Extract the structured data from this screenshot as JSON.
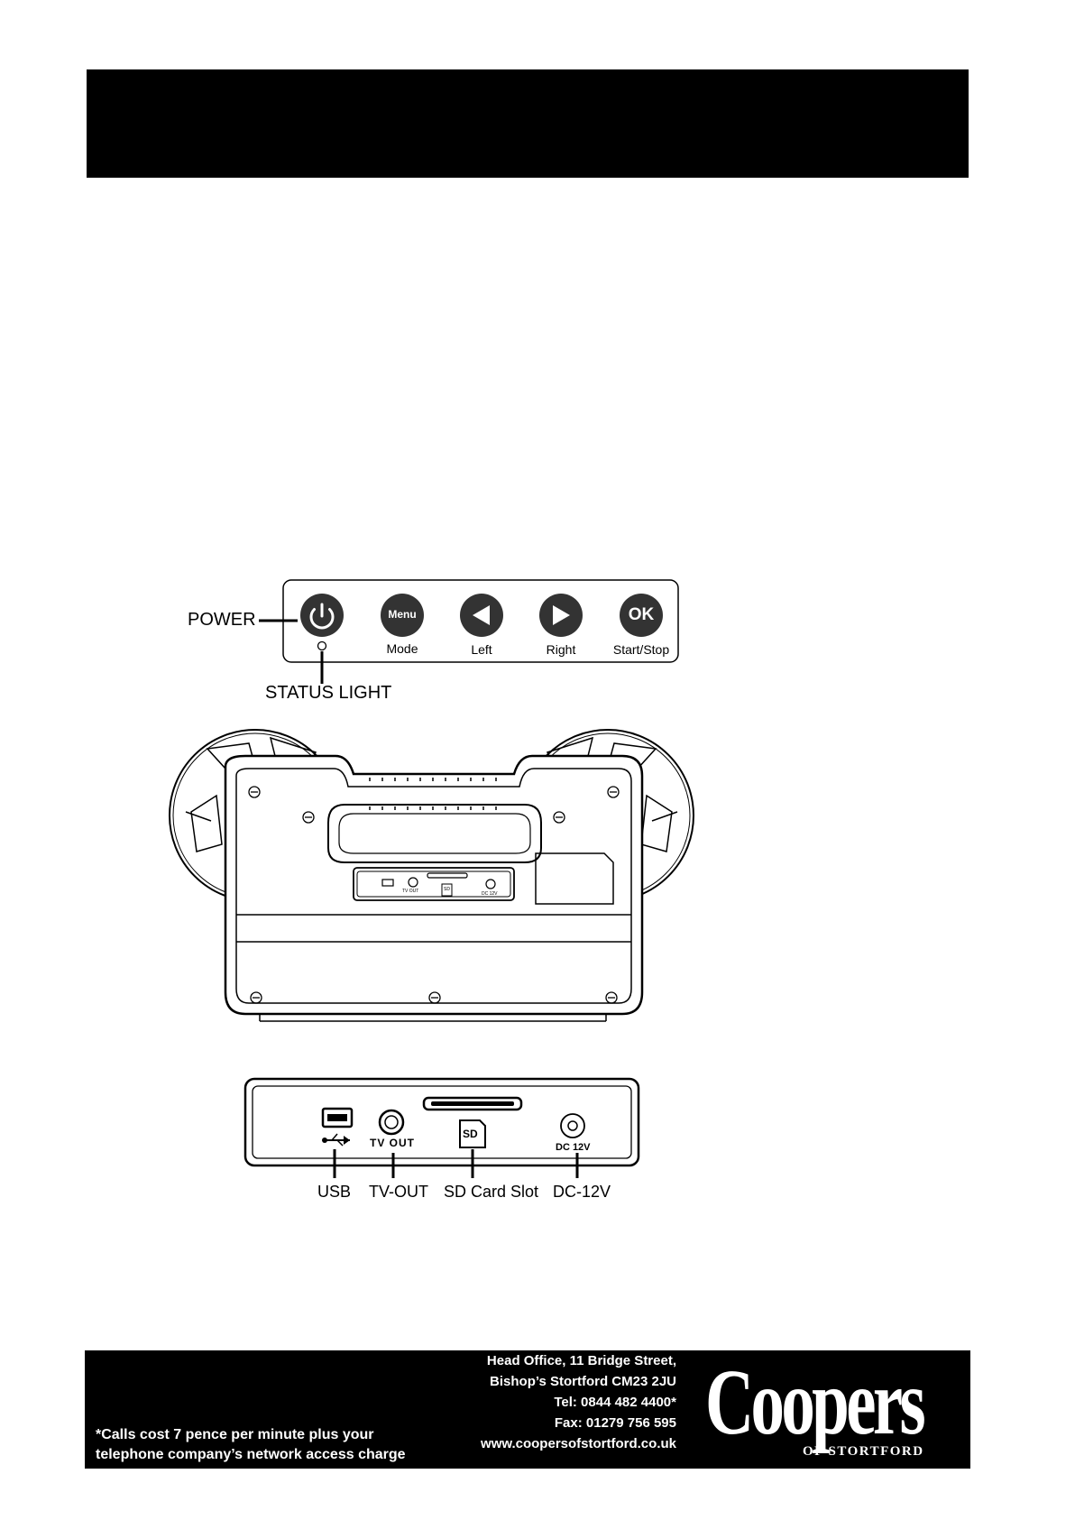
{
  "control_panel": {
    "power_label": "POWER",
    "status_light_label": "STATUS LIGHT",
    "buttons": [
      {
        "icon": "power-icon",
        "glyph": "",
        "label": ""
      },
      {
        "icon": "menu-button-icon",
        "glyph": "Menu",
        "label": "Mode"
      },
      {
        "icon": "left-arrow-icon",
        "glyph": "",
        "label": "Left"
      },
      {
        "icon": "right-arrow-icon",
        "glyph": "",
        "label": "Right"
      },
      {
        "icon": "ok-button-icon",
        "glyph": "OK",
        "label": "Start/Stop"
      }
    ]
  },
  "device_back": {
    "small_port_labels": [
      "TV OUT",
      "SD",
      "DC 12V"
    ]
  },
  "port_panel": {
    "panel_labels": [
      "TV OUT",
      "SD",
      "DC 12V"
    ],
    "ports": [
      "USB",
      "TV-OUT",
      "SD Card Slot",
      "DC-12V"
    ]
  },
  "footer": {
    "address_lines": [
      "Head Office, 11 Bridge Street,",
      "Bishop’s Stortford  CM23 2JU",
      "Tel: 0844 482 4400*",
      "Fax: 01279 756 595",
      "www.coopersofstortford.co.uk"
    ],
    "note_lines": [
      "*Calls cost 7 pence per minute plus your",
      "telephone company’s  network access charge"
    ],
    "logo_main": "Coopers",
    "logo_sub": "OF STORTFORD"
  }
}
